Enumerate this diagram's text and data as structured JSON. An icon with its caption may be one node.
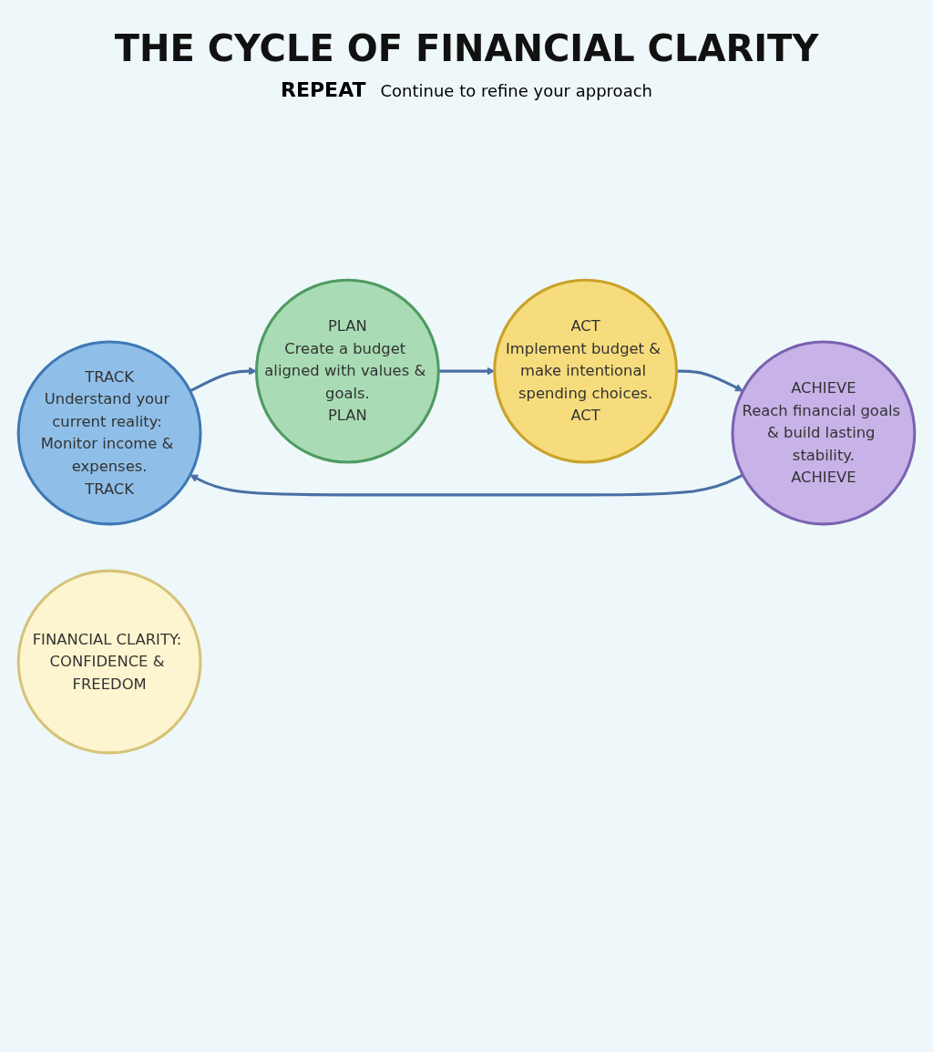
{
  "diagram": {
    "title": "THE CYCLE OF FINANCIAL CLARITY",
    "nodes": [
      {
        "text": [
          "TRACK",
          "Understand your current reality: Monitor income & expenses.",
          "TRACK"
        ]
      },
      {
        "text": [
          "PLAN",
          "Create a budget aligned with values & goals.",
          "PLAN"
        ]
      },
      {
        "text": [
          "ACT",
          "Implement budget & make intentional spending choices.",
          "ACT"
        ]
      },
      {
        "text": [
          "ACHIEVE",
          "Reach financial goals & build lasting stability.",
          "ACHIEVE"
        ]
      },
      {
        "text": [
          "FINANCIAL CLARITY: CONFIDENCE & FREEDOM"
        ]
      }
    ],
    "edges": [
      {
        "from": 0,
        "to": 1,
        "arrow": "to"
      },
      {
        "from": 1,
        "to": 2,
        "arrow": "to"
      },
      {
        "from": 2,
        "to": 3,
        "arrow": "to"
      },
      {
        "from": 3,
        "to": 0,
        "arrow": "to"
      }
    ],
    "labels": [
      "REPEAT",
      "Continue to refine your approach"
    ]
  }
}
